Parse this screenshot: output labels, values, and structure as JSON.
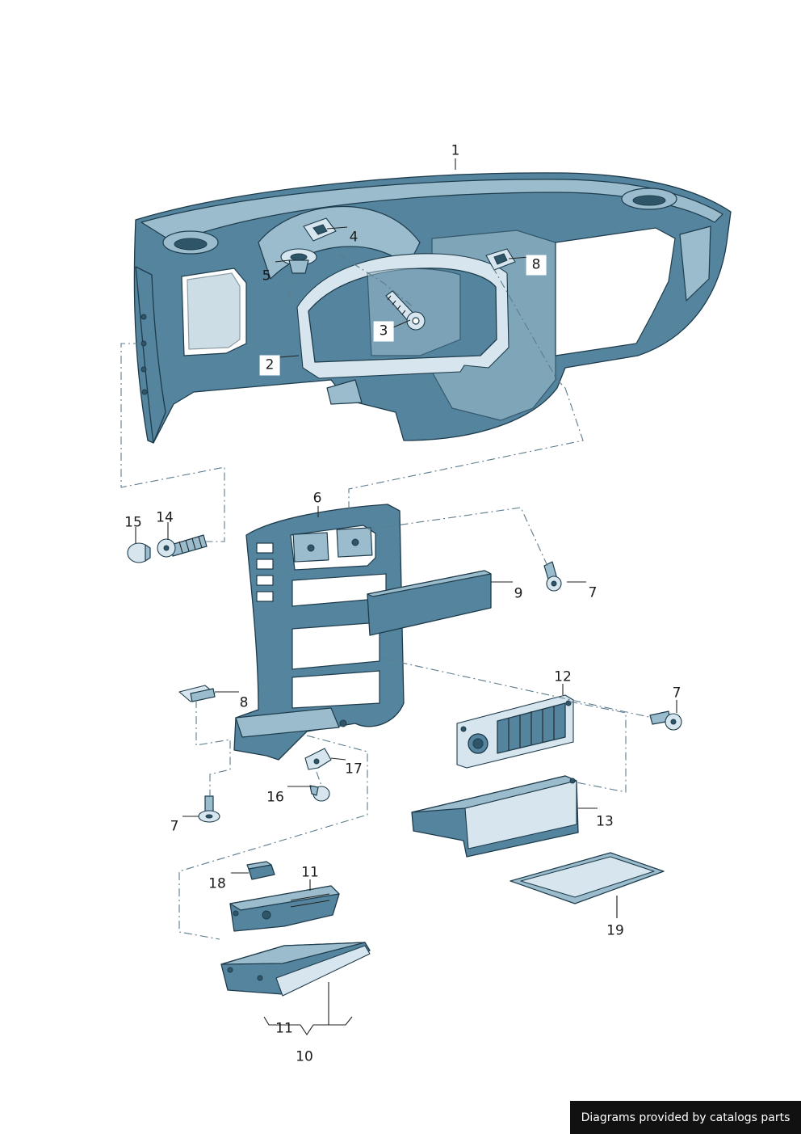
{
  "callouts": [
    {
      "id": "1",
      "text": "1"
    },
    {
      "id": "2",
      "text": "2"
    },
    {
      "id": "3",
      "text": "3"
    },
    {
      "id": "4",
      "text": "4"
    },
    {
      "id": "5",
      "text": "5"
    },
    {
      "id": "6",
      "text": "6"
    },
    {
      "id": "7a",
      "text": "7"
    },
    {
      "id": "7b",
      "text": "7"
    },
    {
      "id": "7c",
      "text": "7"
    },
    {
      "id": "8a",
      "text": "8"
    },
    {
      "id": "8b",
      "text": "8"
    },
    {
      "id": "9",
      "text": "9"
    },
    {
      "id": "10",
      "text": "10"
    },
    {
      "id": "11a",
      "text": "11"
    },
    {
      "id": "11b",
      "text": "11"
    },
    {
      "id": "12",
      "text": "12"
    },
    {
      "id": "13",
      "text": "13"
    },
    {
      "id": "14",
      "text": "14"
    },
    {
      "id": "15",
      "text": "15"
    },
    {
      "id": "16",
      "text": "16"
    },
    {
      "id": "17",
      "text": "17"
    },
    {
      "id": "18",
      "text": "18"
    },
    {
      "id": "19",
      "text": "19"
    }
  ],
  "credit": "Diagrams provided by catalogs parts",
  "colors": {
    "part_fill": "#55849e",
    "outline": "#1d3b4b",
    "credit_bg": "#111111"
  }
}
